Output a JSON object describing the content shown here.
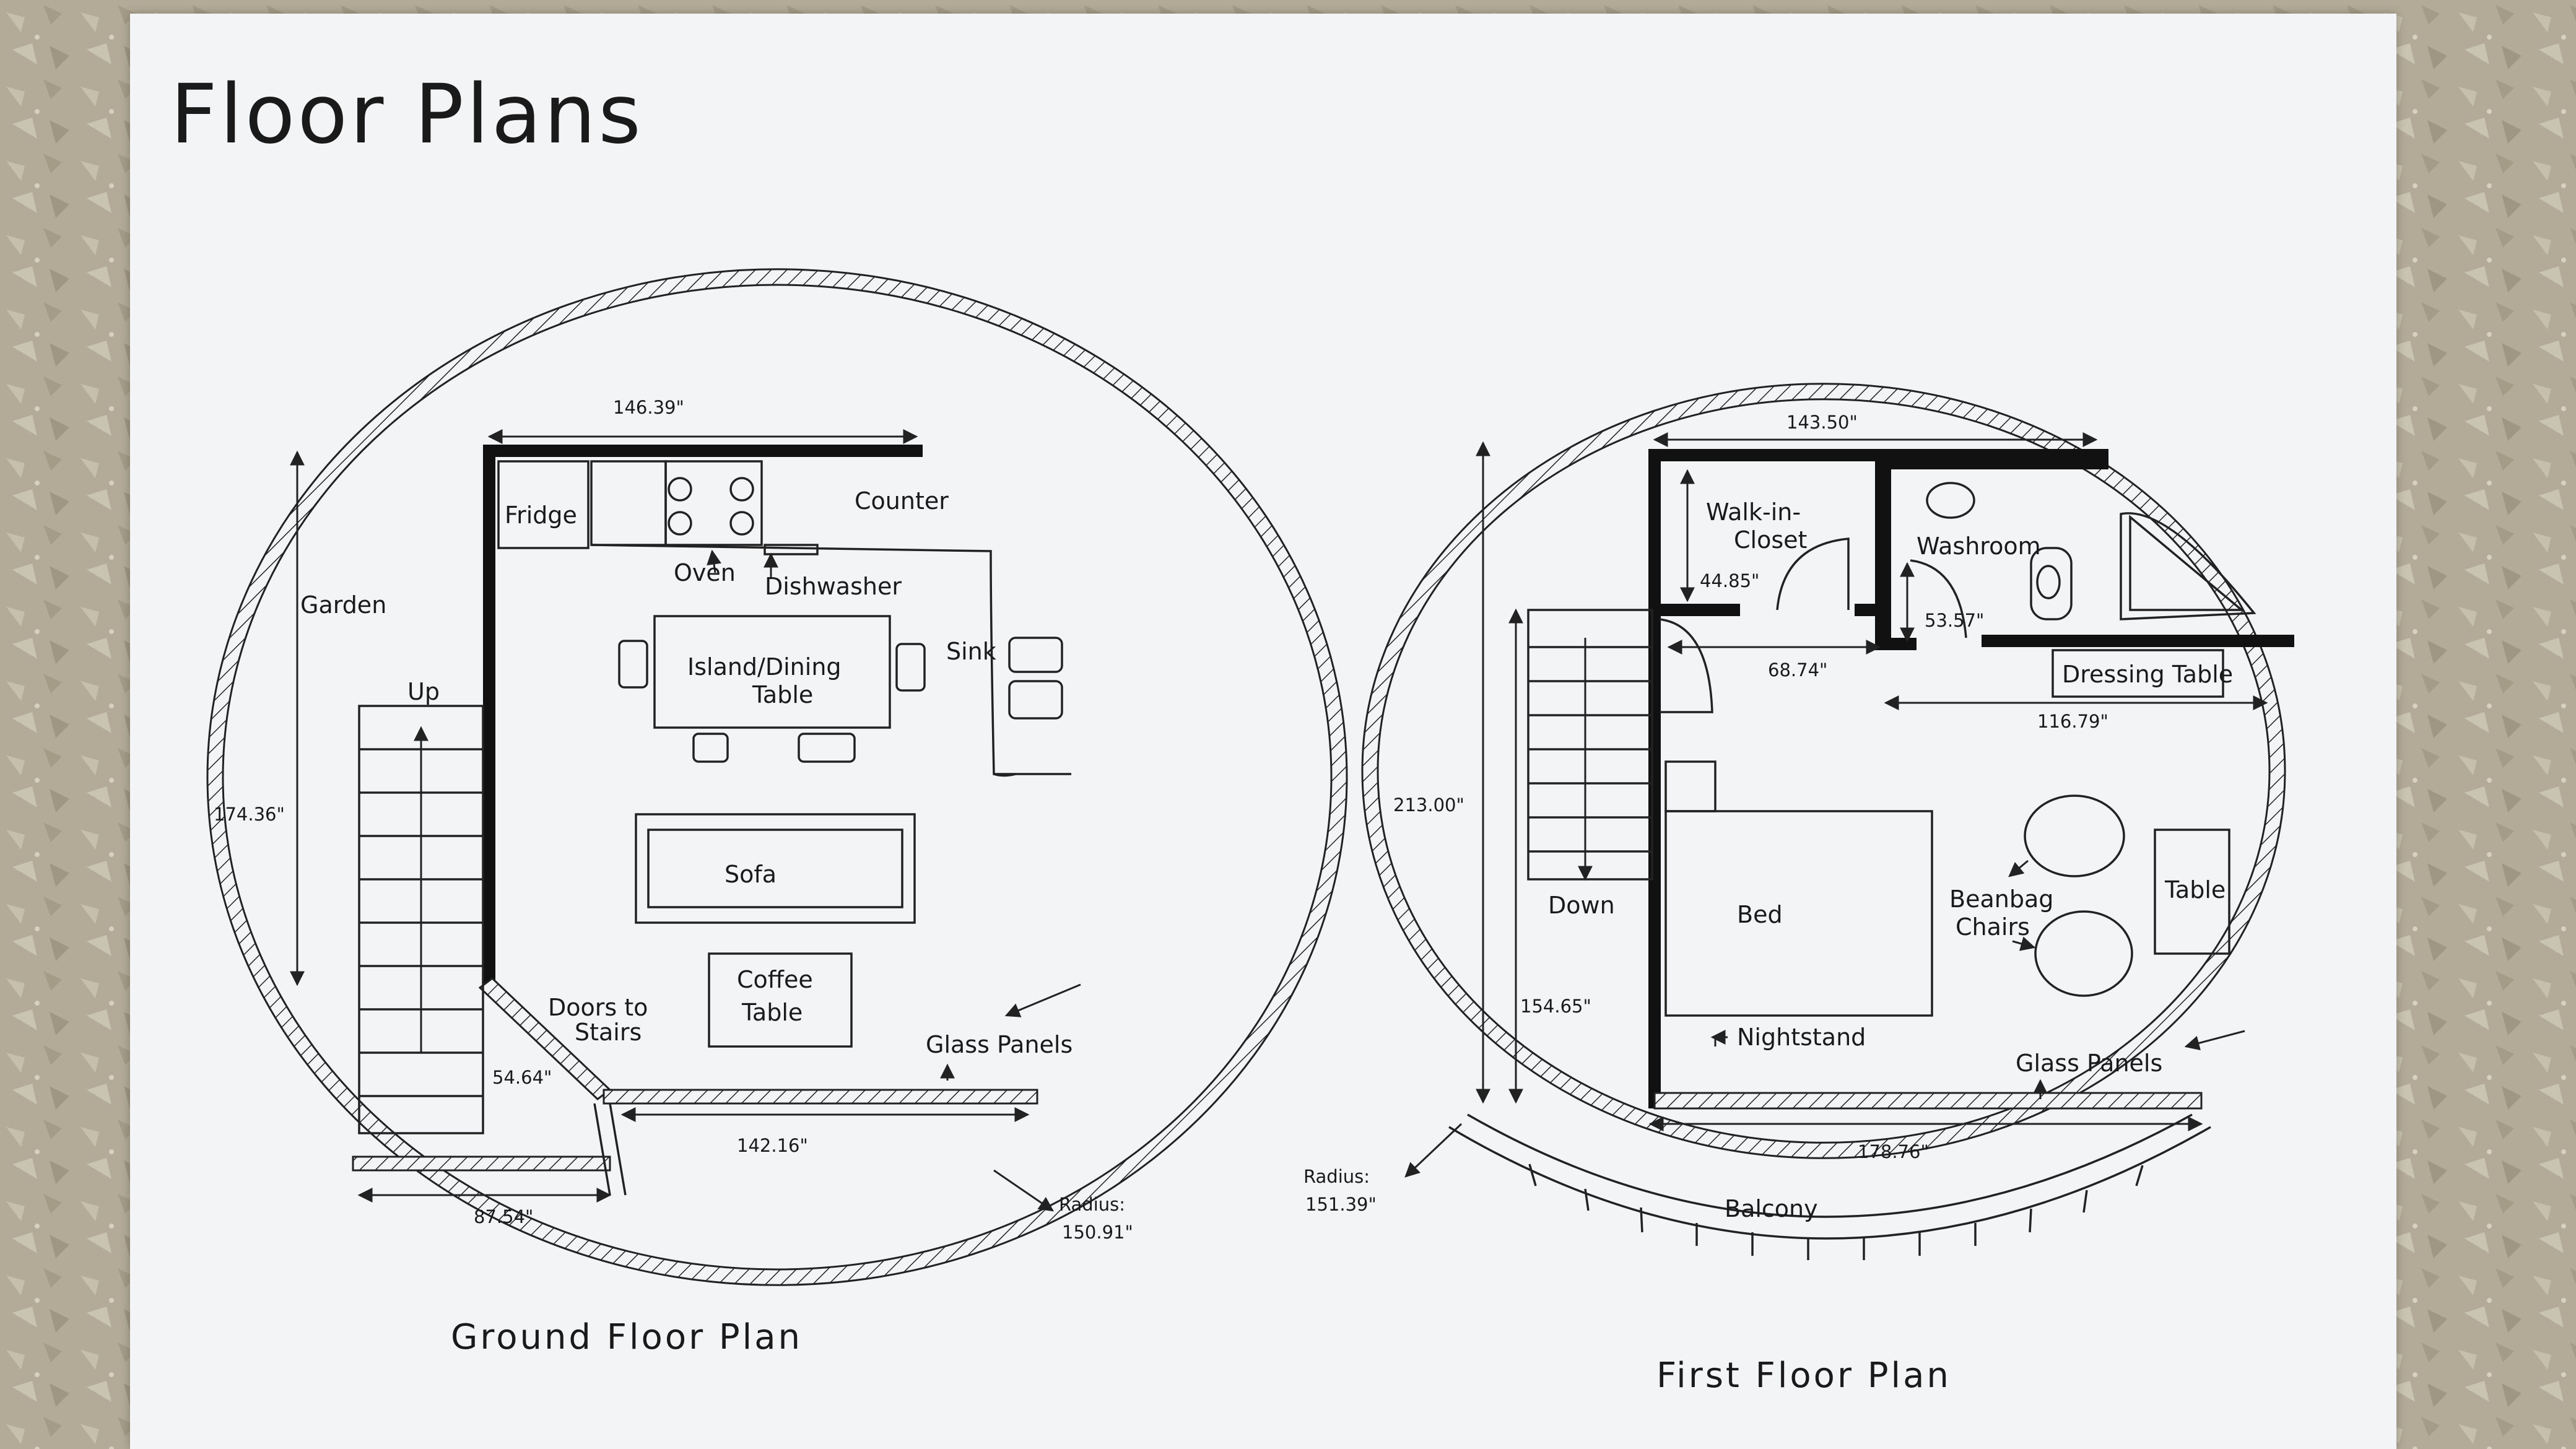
{
  "title": "Floor Plans",
  "ground_floor": {
    "caption": "Ground Floor Plan",
    "rooms": {
      "fridge": "Fridge",
      "oven": "Oven",
      "dishwasher": "Dishwasher",
      "counter": "Counter",
      "garden": "Garden",
      "island_line1": "Island/Dining",
      "island_line2": "Table",
      "sink": "Sink",
      "up": "Up",
      "sofa": "Sofa",
      "coffee_line1": "Coffee",
      "coffee_line2": "Table",
      "doors_line1": "Doors to",
      "doors_line2": "Stairs",
      "glass": "Glass Panels",
      "radius_line1": "Radius:",
      "radius_line2": "150.91\""
    },
    "dimensions": {
      "top": "146.39\"",
      "left": "174.36\"",
      "door": "54.64\"",
      "bottom_right": "142.16\"",
      "bottom_left": "87.54\""
    }
  },
  "first_floor": {
    "caption": "First Floor Plan",
    "rooms": {
      "closet_line1": "Walk-in-",
      "closet_line2": "Closet",
      "washroom": "Washroom",
      "dressing": "Dressing Table",
      "down": "Down",
      "bed": "Bed",
      "beanbag_line1": "Beanbag",
      "beanbag_line2": "Chairs",
      "table": "Table",
      "nightstand": "Nightstand",
      "glass": "Glass Panels",
      "balcony": "Balcony",
      "radius_line1": "Radius:",
      "radius_line2": "151.39\""
    },
    "dimensions": {
      "top": "143.50\"",
      "closet": "44.85\"",
      "washroom_door": "53.57\"",
      "hall": "68.74\"",
      "dressing": "116.79\"",
      "left": "213.00\"",
      "lower_left": "154.65\"",
      "bottom": "178.76\""
    }
  }
}
